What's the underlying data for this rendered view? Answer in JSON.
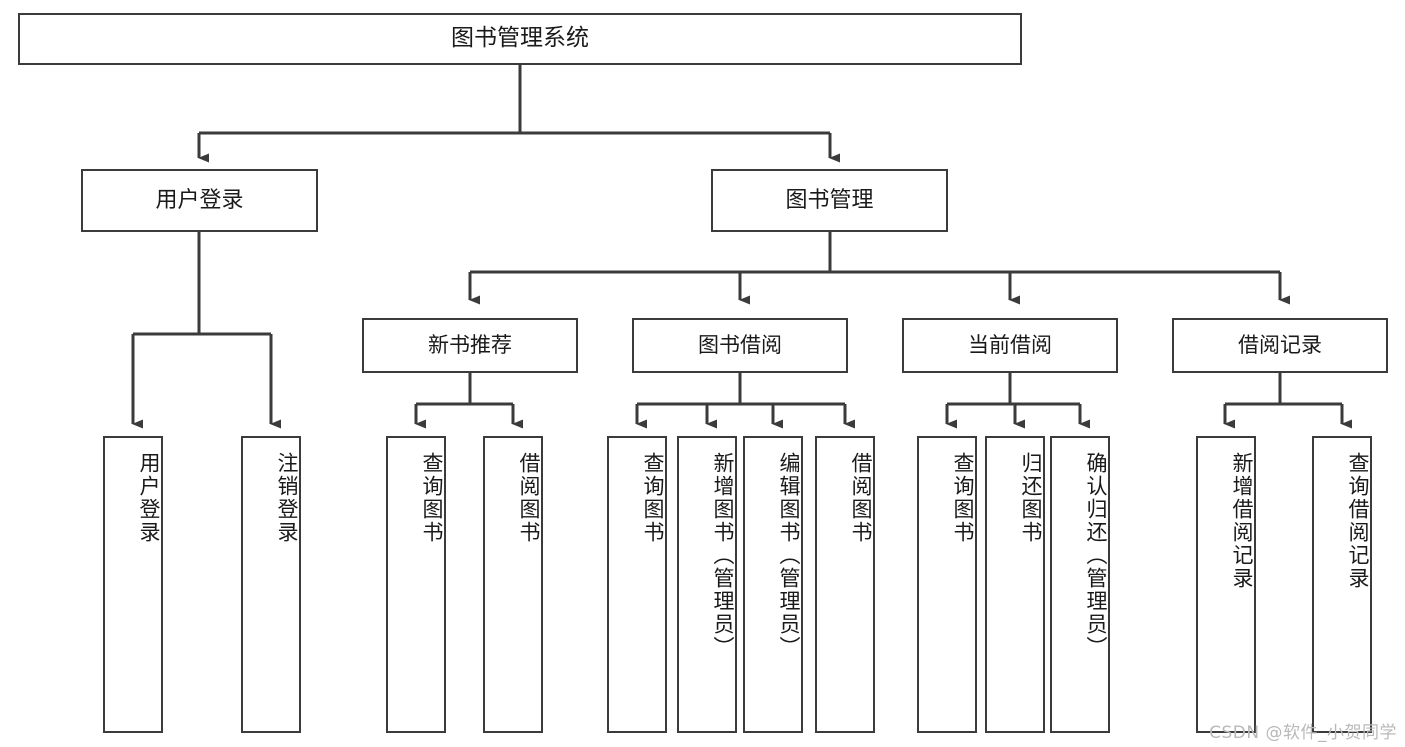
{
  "diagram": {
    "title": "图书管理系统",
    "type": "tree",
    "orientation": "top-down",
    "colors": {
      "stroke": "#3b3b3b",
      "fill": "#ffffff",
      "text": "#1a1a1a",
      "watermark": "#b9b9b9"
    },
    "nodes": {
      "root": {
        "label": "图书管理系统"
      },
      "level2": [
        {
          "label": "用户登录"
        },
        {
          "label": "图书管理"
        }
      ],
      "level3": [
        {
          "label": "新书推荐"
        },
        {
          "label": "图书借阅"
        },
        {
          "label": "当前借阅"
        },
        {
          "label": "借阅记录"
        }
      ],
      "leaves": {
        "user_login": [
          {
            "label": "用户登录"
          },
          {
            "label": "注销登录"
          }
        ],
        "new_book_recommend": [
          {
            "label": "查询图书"
          },
          {
            "label": "借阅图书"
          }
        ],
        "book_borrow": [
          {
            "label": "查询图书"
          },
          {
            "label": "新增图书（管理员）"
          },
          {
            "label": "编辑图书（管理员）"
          },
          {
            "label": "借阅图书"
          }
        ],
        "current_borrow": [
          {
            "label": "查询图书"
          },
          {
            "label": "归还图书"
          },
          {
            "label": "确认归还（管理员）"
          }
        ],
        "borrow_record": [
          {
            "label": "新增借阅记录"
          },
          {
            "label": "查询借阅记录"
          }
        ]
      }
    },
    "watermark": "CSDN @软件_小贺同学"
  }
}
